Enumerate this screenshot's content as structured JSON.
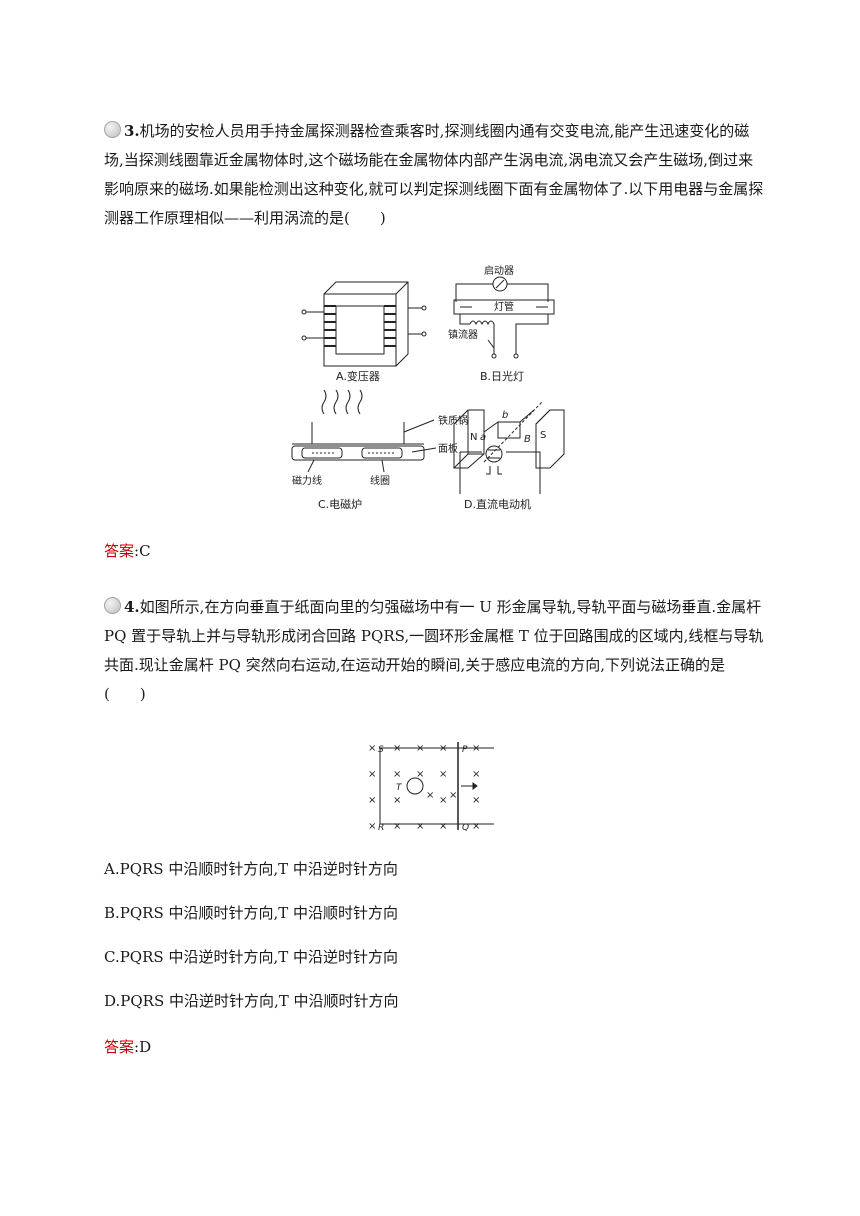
{
  "q3": {
    "number": "3.",
    "stem": "机场的安检人员用手持金属探测器检查乘客时,探测线圈内通有交变电流,能产生迅速变化的磁场,当探测线圈靠近金属物体时,这个磁场能在金属物体内部产生涡电流,涡电流又会产生磁场,倒过来影响原来的磁场.如果能检测出这种变化,就可以判定探测线圈下面有金属物体了.以下用电器与金属探测器工作原理相似——利用涡流的是(　　)",
    "figure": {
      "a_caption": "A.变压器",
      "b_caption": "B.日光灯",
      "b_starter": "启动器",
      "b_tube": "灯管",
      "b_ballast": "镇流器",
      "c_caption": "C.电磁炉",
      "c_pot": "铁质锅",
      "c_panel": "面板",
      "c_fieldlines": "磁力线",
      "c_coil": "线圈",
      "d_caption": "D.直流电动机",
      "d_N": "N",
      "d_S": "S",
      "d_a": "a",
      "d_b": "b",
      "d_B": "B"
    },
    "answer_label": "答案",
    "answer_value": ":C"
  },
  "q4": {
    "number": "4.",
    "stem": "如图所示,在方向垂直于纸面向里的匀强磁场中有一 U 形金属导轨,导轨平面与磁场垂直.金属杆 PQ 置于导轨上并与导轨形成闭合回路 PQRS,一圆环形金属框 T 位于回路围成的区域内,线框与导轨共面.现让金属杆 PQ 突然向右运动,在运动开始的瞬间,关于感应电流的方向,下列说法正确的是(　　)",
    "figure": {
      "S": "S",
      "P": "P",
      "R": "R",
      "Q": "Q",
      "T": "T"
    },
    "options": [
      "A.PQRS 中沿顺时针方向,T 中沿逆时针方向",
      "B.PQRS 中沿顺时针方向,T 中沿顺时针方向",
      "C.PQRS 中沿逆时针方向,T 中沿逆时针方向",
      "D.PQRS 中沿逆时针方向,T 中沿顺时针方向"
    ],
    "answer_label": "答案",
    "answer_value": ":D"
  }
}
